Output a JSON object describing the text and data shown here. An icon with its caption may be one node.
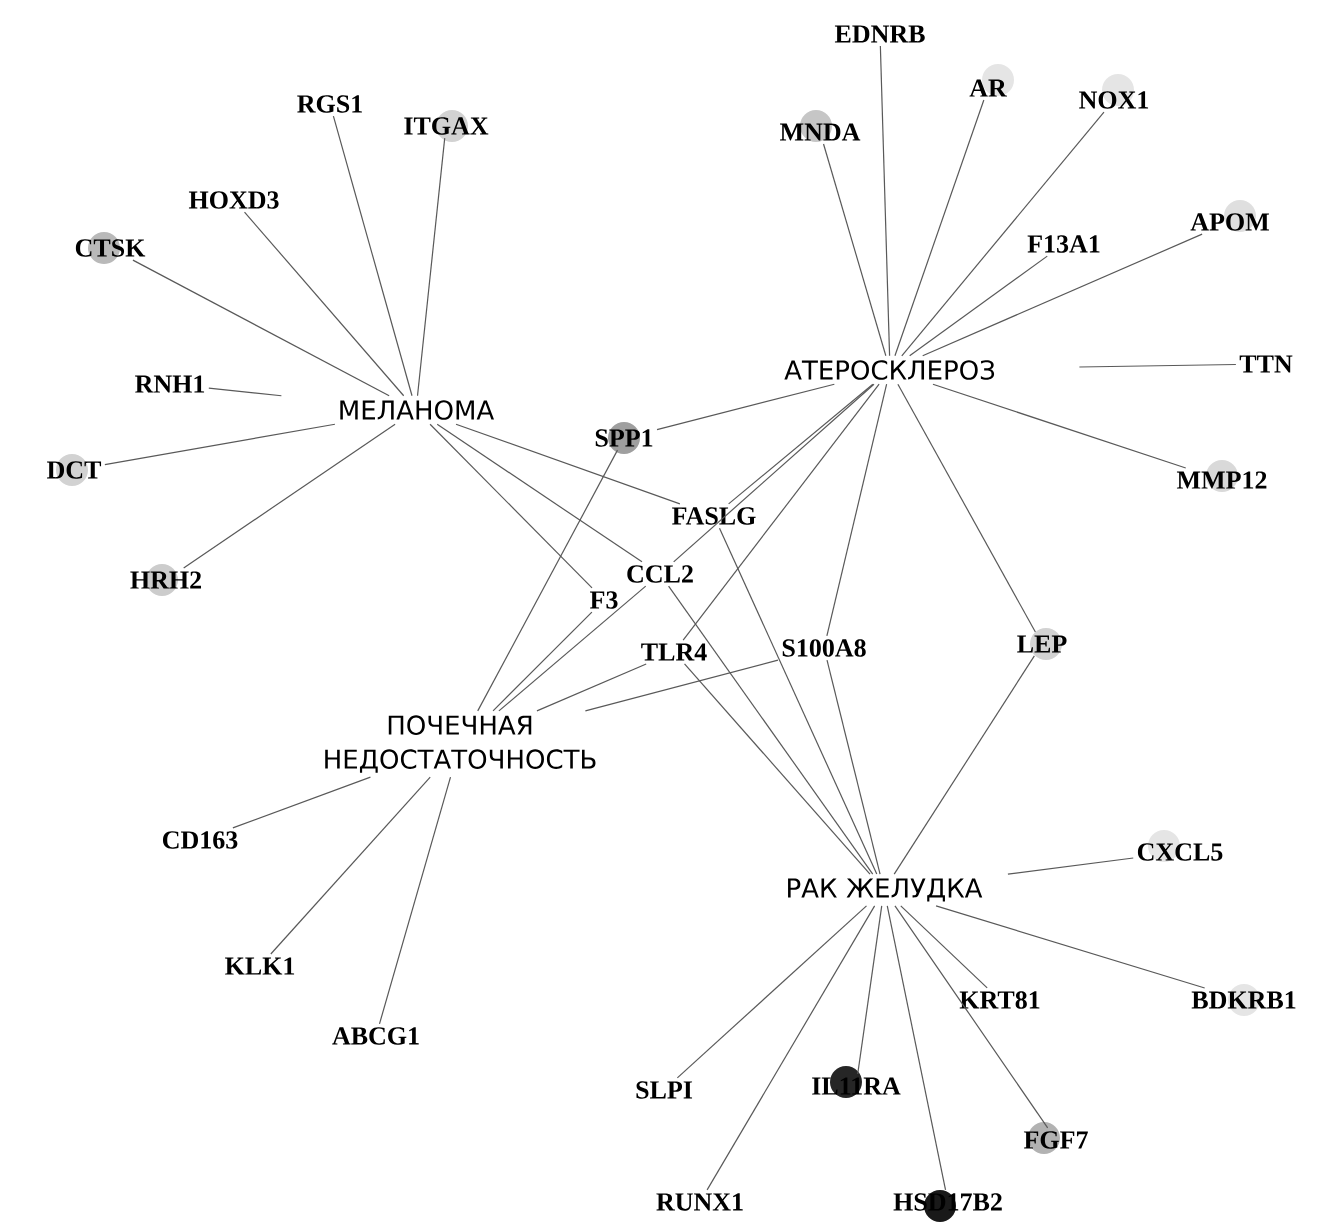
{
  "diagram": {
    "nodes": [
      {
        "text": [
          "МЕЛАНОМА"
        ]
      },
      {
        "text": [
          "АТЕРОСКЛЕРОЗ"
        ]
      },
      {
        "text": [
          "ПОЧЕЧНАЯ НЕДОСТАТОЧНОСТЬ"
        ]
      },
      {
        "text": [
          "РАК ЖЕЛУДКА"
        ]
      },
      {
        "text": [
          "RGS1"
        ]
      },
      {
        "text": [
          "ITGAX"
        ]
      },
      {
        "text": [
          "HOXD3"
        ]
      },
      {
        "text": [
          "CTSK"
        ]
      },
      {
        "text": [
          "RNH1"
        ]
      },
      {
        "text": [
          "DCT"
        ]
      },
      {
        "text": [
          "HRH2"
        ]
      },
      {
        "text": [
          "EDNRB"
        ]
      },
      {
        "text": [
          "AR"
        ]
      },
      {
        "text": [
          "NOX1"
        ]
      },
      {
        "text": [
          "MNDA"
        ]
      },
      {
        "text": [
          "F13A1"
        ]
      },
      {
        "text": [
          "APOM"
        ]
      },
      {
        "text": [
          "TTN"
        ]
      },
      {
        "text": [
          "MMP12"
        ]
      },
      {
        "text": [
          "SPP1"
        ]
      },
      {
        "text": [
          "FASLG"
        ]
      },
      {
        "text": [
          "CCL2"
        ]
      },
      {
        "text": [
          "F3"
        ]
      },
      {
        "text": [
          "TLR4"
        ]
      },
      {
        "text": [
          "S100A8"
        ]
      },
      {
        "text": [
          "LEP"
        ]
      },
      {
        "text": [
          "CD163"
        ]
      },
      {
        "text": [
          "KLK1"
        ]
      },
      {
        "text": [
          "ABCG1"
        ]
      },
      {
        "text": [
          "CXCL5"
        ]
      },
      {
        "text": [
          "KRT81"
        ]
      },
      {
        "text": [
          "BDKRB1"
        ]
      },
      {
        "text": [
          "SLPI"
        ]
      },
      {
        "text": [
          "IL11RA"
        ]
      },
      {
        "text": [
          "FGF7"
        ]
      },
      {
        "text": [
          "RUNX1"
        ]
      },
      {
        "text": [
          "HSD17B2"
        ]
      }
    ],
    "edges": [
      {
        "from": 0,
        "to": 4,
        "arrow": "none"
      },
      {
        "from": 0,
        "to": 5,
        "arrow": "none"
      },
      {
        "from": 0,
        "to": 6,
        "arrow": "none"
      },
      {
        "from": 0,
        "to": 7,
        "arrow": "none"
      },
      {
        "from": 0,
        "to": 8,
        "arrow": "none"
      },
      {
        "from": 0,
        "to": 9,
        "arrow": "none"
      },
      {
        "from": 0,
        "to": 10,
        "arrow": "none"
      },
      {
        "from": 1,
        "to": 11,
        "arrow": "none"
      },
      {
        "from": 1,
        "to": 12,
        "arrow": "none"
      },
      {
        "from": 1,
        "to": 13,
        "arrow": "none"
      },
      {
        "from": 1,
        "to": 14,
        "arrow": "none"
      },
      {
        "from": 1,
        "to": 15,
        "arrow": "none"
      },
      {
        "from": 1,
        "to": 16,
        "arrow": "none"
      },
      {
        "from": 1,
        "to": 17,
        "arrow": "none"
      },
      {
        "from": 1,
        "to": 18,
        "arrow": "none"
      },
      {
        "from": 1,
        "to": 19,
        "arrow": "none"
      },
      {
        "from": 2,
        "to": 19,
        "arrow": "none"
      },
      {
        "from": 0,
        "to": 20,
        "arrow": "none"
      },
      {
        "from": 0,
        "to": 21,
        "arrow": "none"
      },
      {
        "from": 0,
        "to": 22,
        "arrow": "none"
      },
      {
        "from": 1,
        "to": 20,
        "arrow": "none"
      },
      {
        "from": 1,
        "to": 21,
        "arrow": "none"
      },
      {
        "from": 1,
        "to": 23,
        "arrow": "none"
      },
      {
        "from": 1,
        "to": 24,
        "arrow": "none"
      },
      {
        "from": 1,
        "to": 25,
        "arrow": "none"
      },
      {
        "from": 2,
        "to": 22,
        "arrow": "none"
      },
      {
        "from": 2,
        "to": 21,
        "arrow": "none"
      },
      {
        "from": 2,
        "to": 23,
        "arrow": "none"
      },
      {
        "from": 2,
        "to": 24,
        "arrow": "none"
      },
      {
        "from": 3,
        "to": 20,
        "arrow": "none"
      },
      {
        "from": 3,
        "to": 21,
        "arrow": "none"
      },
      {
        "from": 3,
        "to": 23,
        "arrow": "none"
      },
      {
        "from": 3,
        "to": 24,
        "arrow": "none"
      },
      {
        "from": 3,
        "to": 25,
        "arrow": "none"
      },
      {
        "from": 2,
        "to": 26,
        "arrow": "none"
      },
      {
        "from": 2,
        "to": 27,
        "arrow": "none"
      },
      {
        "from": 2,
        "to": 28,
        "arrow": "none"
      },
      {
        "from": 3,
        "to": 29,
        "arrow": "none"
      },
      {
        "from": 3,
        "to": 30,
        "arrow": "none"
      },
      {
        "from": 3,
        "to": 31,
        "arrow": "none"
      },
      {
        "from": 3,
        "to": 32,
        "arrow": "none"
      },
      {
        "from": 3,
        "to": 33,
        "arrow": "none"
      },
      {
        "from": 3,
        "to": 34,
        "arrow": "none"
      },
      {
        "from": 3,
        "to": 35,
        "arrow": "none"
      },
      {
        "from": 3,
        "to": 36,
        "arrow": "none"
      }
    ]
  }
}
